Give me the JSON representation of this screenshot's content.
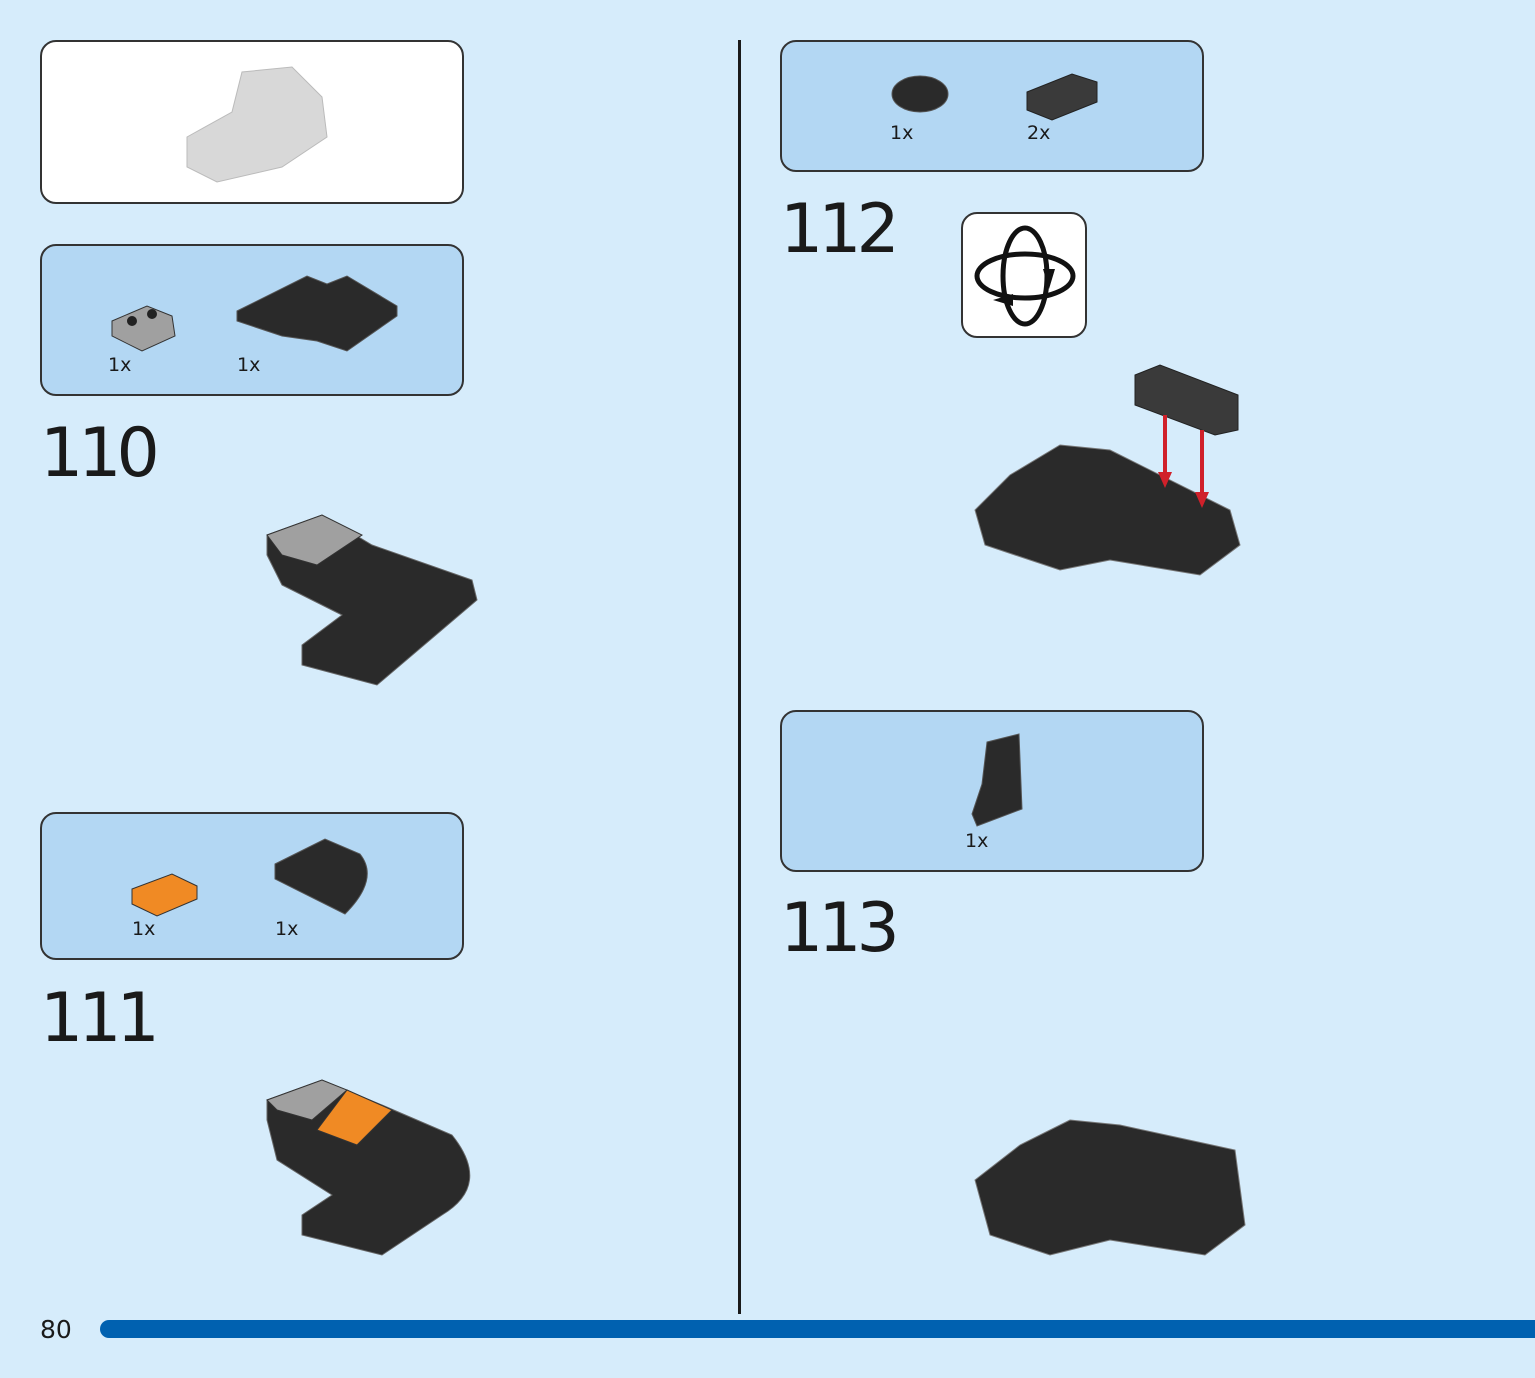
{
  "page_number": "80",
  "steps": [
    {
      "number": "110",
      "parts": [
        {
          "qty": "1x",
          "color": "gray"
        },
        {
          "qty": "1x",
          "color": "black"
        }
      ]
    },
    {
      "number": "111",
      "parts": [
        {
          "qty": "1x",
          "color": "orange"
        },
        {
          "qty": "1x",
          "color": "black"
        }
      ]
    },
    {
      "number": "112",
      "parts": [
        {
          "qty": "1x",
          "color": "black"
        },
        {
          "qty": "2x",
          "color": "black"
        }
      ]
    },
    {
      "number": "113",
      "parts": [
        {
          "qty": "1x",
          "color": "black"
        }
      ]
    }
  ],
  "icons": {
    "rotate": "rotate-model-icon"
  },
  "colors": {
    "background": "#d6ecfb",
    "callout": "#b3d7f3",
    "accent_bar": "#0061b0",
    "orange": "#f08a24",
    "arrow": "#d0202a"
  }
}
